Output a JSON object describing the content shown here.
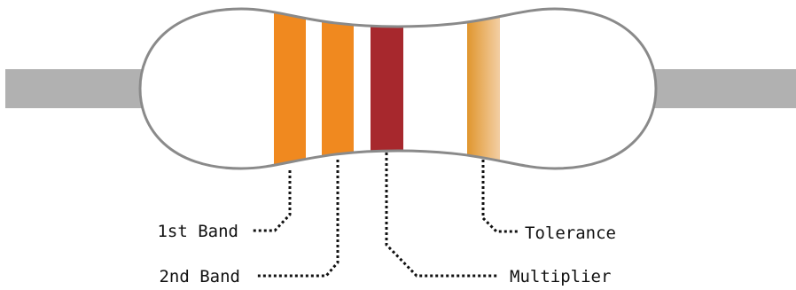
{
  "bands": [
    {
      "id": "band-1",
      "color": "#F0891F"
    },
    {
      "id": "band-2",
      "color": "#F0891F"
    },
    {
      "id": "multiplier",
      "color": "#A7282D"
    },
    {
      "id": "tolerance",
      "color_start": "#E0962E",
      "color_end": "#F3CFA4"
    }
  ],
  "lead_color": "#B1B1B1",
  "body_outline_color": "#8A8A8A",
  "labels": {
    "band1": "1st Band",
    "band2": "2nd Band",
    "multiplier": "Multiplier",
    "tolerance": "Tolerance"
  }
}
